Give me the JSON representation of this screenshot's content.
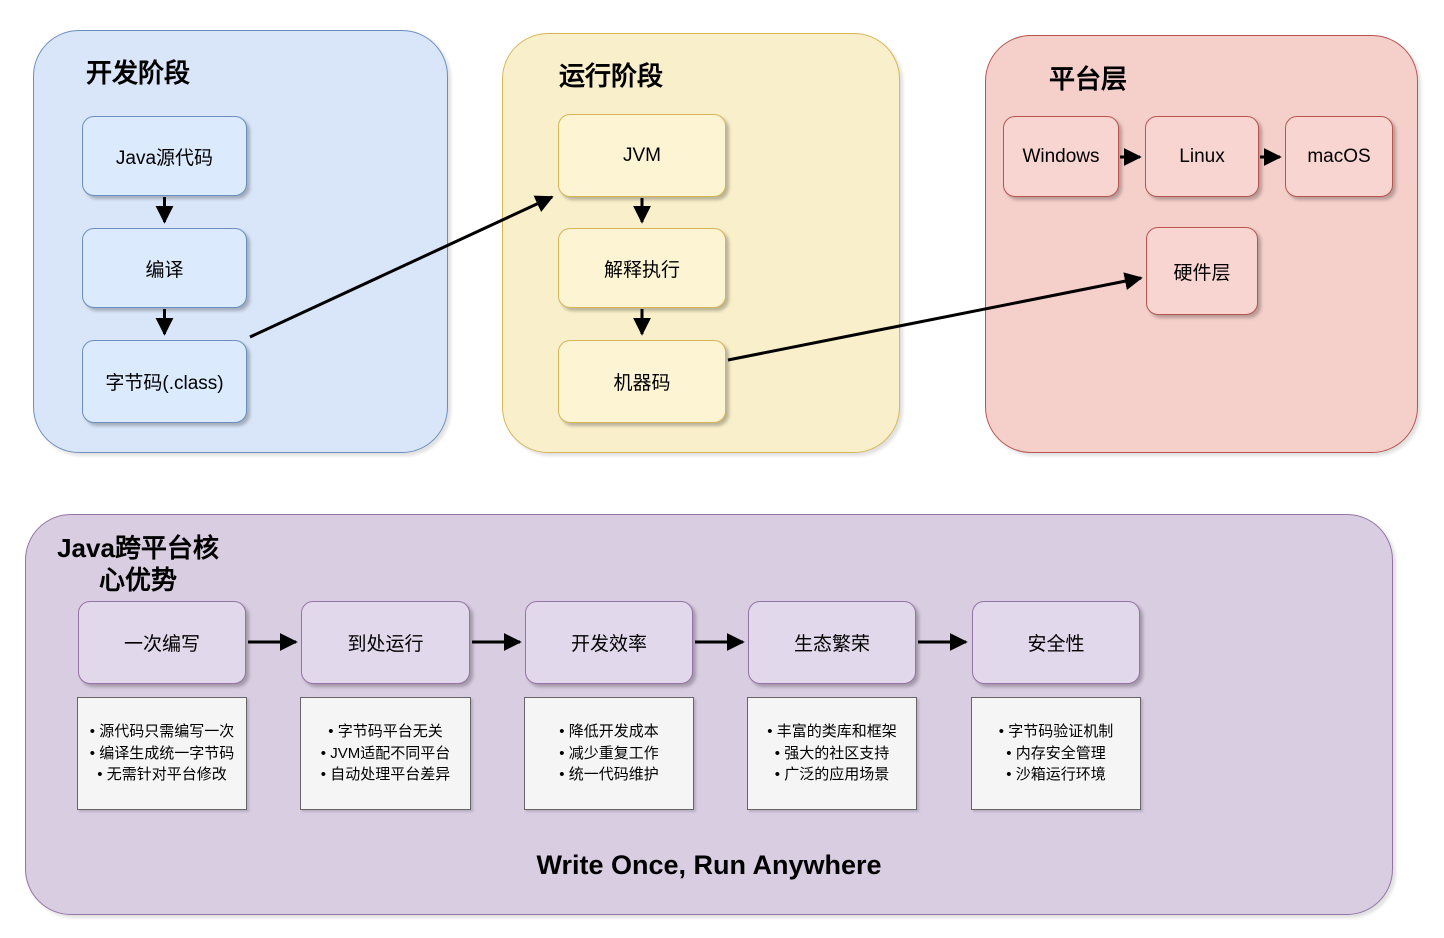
{
  "colors": {
    "dev_fill": "#d9e6f9",
    "dev_stroke": "#6c8ebf",
    "run_fill": "#f9efca",
    "run_stroke": "#d6b656",
    "platform_fill": "#f5cfca",
    "platform_stroke": "#b85450",
    "advantage_fill": "#d9cde2",
    "advantage_stroke": "#9673a6",
    "note_fill": "#f5f5f5",
    "note_stroke": "#666666",
    "arrow": "#000000"
  },
  "dev_stage": {
    "title": "开发阶段",
    "nodes": [
      "Java源代码",
      "编译",
      "字节码(.class)"
    ]
  },
  "run_stage": {
    "title": "运行阶段",
    "nodes": [
      "JVM",
      "解释执行",
      "机器码"
    ]
  },
  "platform_layer": {
    "title": "平台层",
    "os_nodes": [
      "Windows",
      "Linux",
      "macOS"
    ],
    "hardware_node": "硬件层"
  },
  "advantages": {
    "title": "Java跨平台核心优势",
    "steps": [
      {
        "label": "一次编写",
        "points": [
          "• 源代码只需编写一次",
          "• 编译生成统一字节码",
          "• 无需针对平台修改"
        ]
      },
      {
        "label": "到处运行",
        "points": [
          "• 字节码平台无关",
          "• JVM适配不同平台",
          "• 自动处理平台差异"
        ]
      },
      {
        "label": "开发效率",
        "points": [
          "• 降低开发成本",
          "• 减少重复工作",
          "• 统一代码维护"
        ]
      },
      {
        "label": "生态繁荣",
        "points": [
          "• 丰富的类库和框架",
          "• 强大的社区支持",
          "• 广泛的应用场景"
        ]
      },
      {
        "label": "安全性",
        "points": [
          "• 字节码验证机制",
          "• 内存安全管理",
          "• 沙箱运行环境"
        ]
      }
    ],
    "slogan": "Write Once, Run Anywhere"
  }
}
